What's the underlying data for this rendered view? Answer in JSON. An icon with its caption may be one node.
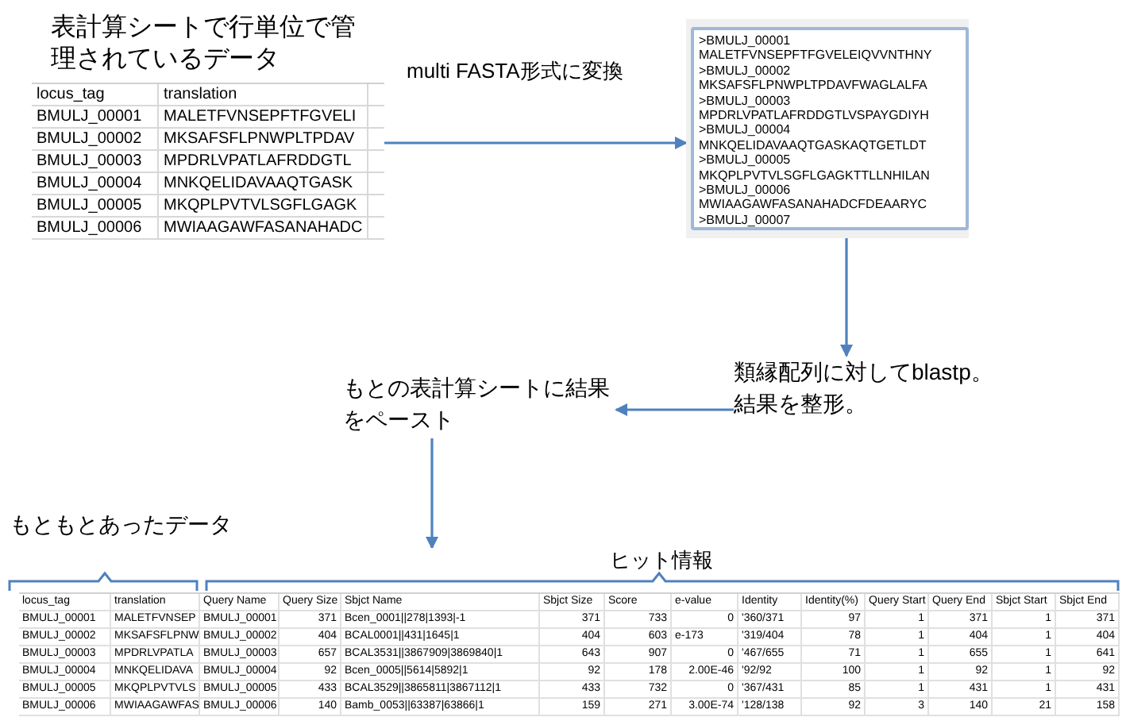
{
  "diagram": {
    "nodes": [
      {
        "text": [
          "表計算シートで行単位で管理されているデータ"
        ]
      },
      {
        "text": [],
        "shape": "picture"
      },
      {
        "text": [
          "類縁配列に対してblastp。結果を整形。"
        ]
      },
      {
        "text": [
          "もとの表計算シートに結果をペースト"
        ]
      },
      {
        "text": [],
        "shape": "box"
      }
    ],
    "edges": [
      {
        "from": 0,
        "to": 1,
        "arrow": "to",
        "label": "multi FASTA形式に変換"
      },
      {
        "from": 1,
        "to": 2,
        "arrow": "to"
      },
      {
        "from": 2,
        "to": 3,
        "arrow": "to"
      },
      {
        "from": 3,
        "to": 4,
        "arrow": "to"
      }
    ],
    "labels": [
      "locus_tag",
      "translation",
      "BMULJ_00001",
      "MALETFVNSEPFTFGVELI",
      "BMULJ_00002",
      "MKSAFSFLPNWPLTPDAV",
      "BMULJ_00003",
      "MPDRLVPATLAFRDDGTL",
      "BMULJ_00004",
      "MNKQELIDAVAAQTGASK",
      "BMULJ_00005",
      "MKQPLPVTVLSGFLGAGK",
      "BMULJ_00006",
      "MWIAAGAWFASANAHADC",
      ">BMULJ_00001",
      "MALETFVNSEPFTFGVELEIQVVNTHNY",
      ">BMULJ_00002",
      "MKSAFSFLPNWPLTPDAVFWAGLALFA",
      ">BMULJ_00003",
      "MPDRLVPATLAFRDDGTLVSPAYGDIYH",
      ">BMULJ_00004",
      "MNKQELIDAVAAQTGASKAQTGETLDT",
      ">BMULJ_00005",
      "MKQPLPVTVLSGFLGAGKTTLLNHILAN",
      ">BMULJ_00006",
      "MWIAAGAWFASANAHADCFDEAARYC",
      ">BMULJ_00007",
      "もともとあったデータ",
      "ヒット情報",
      "locus_tag",
      "translation",
      "Query Name",
      "Query Size",
      "Sbjct Name",
      "Sbjct Size",
      "Score",
      "e-value",
      "Identity",
      "Identity(%)",
      "Query Start",
      "Query End",
      "Sbjct Start",
      "Sbjct End",
      "BMULJ_00001",
      "MALETFVNSEP",
      "BMULJ_00001",
      "371",
      "Bcen_0001||278|1393|-1",
      "371",
      "733",
      "0",
      "'360/371",
      "97",
      "1",
      "371",
      "1",
      "371",
      "BMULJ_00002",
      "MKSAFSFLPNW",
      "BMULJ_00002",
      "404",
      "BCAL0001||431|1645|1",
      "404",
      "603",
      "e-173",
      "'319/404",
      "78",
      "1",
      "404",
      "1",
      "404",
      "BMULJ_00003",
      "MPDRLVPATLA",
      "BMULJ_00003",
      "657",
      "BCAL3531||3867909|3869840|1",
      "643",
      "907",
      "0",
      "'467/655",
      "71",
      "1",
      "655",
      "1",
      "641",
      "BMULJ_00004",
      "MNKQELIDAVA",
      "BMULJ_00004",
      "92",
      "Bcen_0005||5614|5892|1",
      "92",
      "178",
      "2.00E-46",
      "'92/92",
      "100",
      "1",
      "92",
      "1",
      "92",
      "BMULJ_00005",
      "MKQPLPVTVLS",
      "BMULJ_00005",
      "433",
      "BCAL3529||3865811|3867112|1",
      "433",
      "732",
      "0",
      "'367/431",
      "85",
      "1",
      "431",
      "1",
      "431",
      "BMULJ_00006",
      "MWIAAGAWFAS",
      "BMULJ_00006",
      "140",
      "Bamb_0053||63387|63866|1",
      "159",
      "271",
      "3.00E-74",
      "'128/138",
      "92",
      "3",
      "140",
      "21",
      "158"
    ]
  }
}
